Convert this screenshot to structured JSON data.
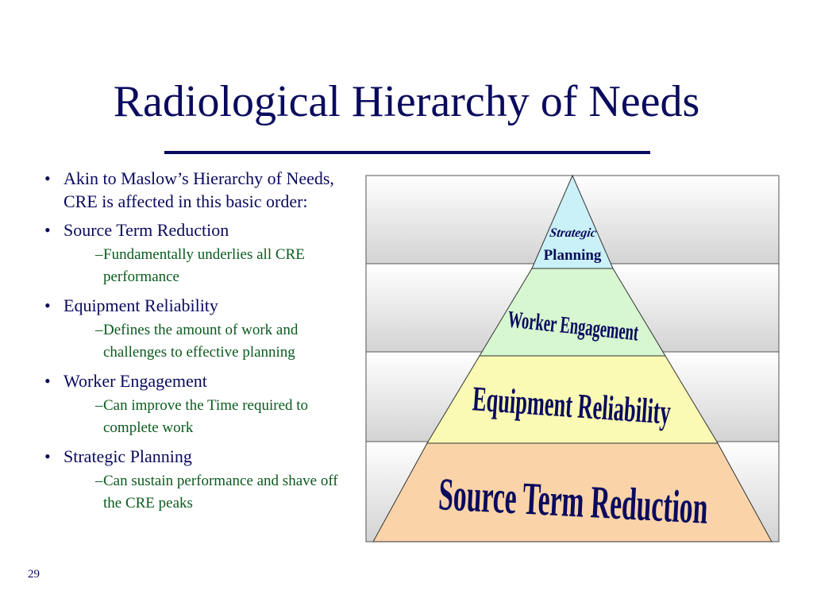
{
  "slide": {
    "title": "Radiological Hierarchy of Needs",
    "page_number": "29"
  },
  "bullets": [
    {
      "text": "Akin to Maslow’s Hierarchy of Needs, CRE is affected in this basic order:",
      "subs": []
    },
    {
      "text": "Source Term Reduction",
      "subs": [
        "Fundamentally underlies all CRE performance"
      ]
    },
    {
      "text": "Equipment Reliability",
      "subs": [
        "Defines the amount of work and challenges to effective planning"
      ]
    },
    {
      "text": "Worker Engagement",
      "subs": [
        "Can improve the Time required to complete work"
      ]
    },
    {
      "text": "Strategic Planning",
      "subs": [
        "Can sustain performance and shave off the CRE peaks"
      ]
    }
  ],
  "pyramid": {
    "tiers": [
      {
        "line1": "Strategic",
        "line2": "Planning",
        "color": "#c9f1f7"
      },
      {
        "line1": "Worker Engagement",
        "color": "#d6f7d0"
      },
      {
        "line1": "Equipment Reliability",
        "color": "#fafab4"
      },
      {
        "line1": "Source Term Reduction",
        "color": "#fbd3a8"
      }
    ],
    "text_color": "#0a0a5e"
  }
}
